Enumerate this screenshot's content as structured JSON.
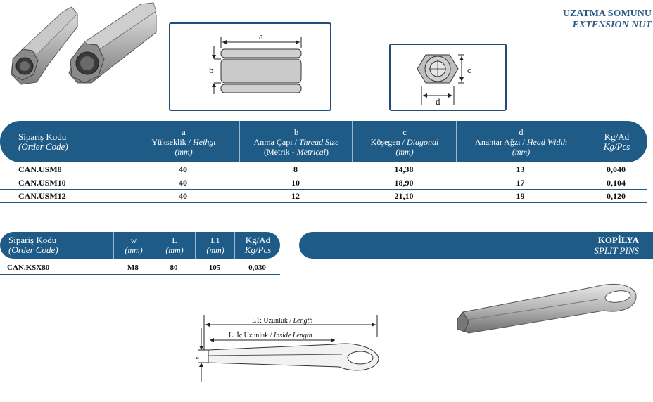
{
  "title": {
    "tr": "UZATMA SOMUNU",
    "en": "EXTENSION NUT"
  },
  "drawing1": {
    "label_a": "a",
    "label_b": "b"
  },
  "drawing2": {
    "label_c": "c",
    "label_d": "d"
  },
  "table1": {
    "headers": [
      {
        "top": "",
        "line1_plain": "Sipariş Kodu",
        "line2": "(Order Code)"
      },
      {
        "top": "a",
        "line1_plain": "Yükseklik / ",
        "line1_it": "Heihgt",
        "line2": "(mm)"
      },
      {
        "top": "b",
        "line1_plain": "Anma Çapı / ",
        "line1_it": "Thread Size",
        "line2_plain": "(Metrik - ",
        "line2_it": "Metrical",
        "line2_end": ")"
      },
      {
        "top": "c",
        "line1_plain": "Köşegen / ",
        "line1_it": "Diagonal",
        "line2": "(mm)"
      },
      {
        "top": "d",
        "line1_plain": "Anahtar Ağzı / ",
        "line1_it": "Head Width",
        "line2": "(mm)"
      },
      {
        "top": "",
        "line1_plain": "Kg/Ad",
        "line2": "Kg/Pcs"
      }
    ],
    "rows": [
      [
        "CAN.USM8",
        "40",
        "8",
        "14,38",
        "13",
        "0,040"
      ],
      [
        "CAN.USM10",
        "40",
        "10",
        "18,90",
        "17",
        "0,104"
      ],
      [
        "CAN.USM12",
        "40",
        "12",
        "21,10",
        "19",
        "0,120"
      ]
    ]
  },
  "table2": {
    "headers": [
      {
        "line1": "Sipariş Kodu",
        "line2": "(Order Code)"
      },
      {
        "line1": "w",
        "line2": "(mm)"
      },
      {
        "line1": "L",
        "line2": "(mm)"
      },
      {
        "line1": "L1",
        "line2": "(mm)"
      },
      {
        "line1": "Kg/Ad",
        "line2": "Kg/Pcs"
      }
    ],
    "rows": [
      [
        "CAN.KSX80",
        "M8",
        "80",
        "105",
        "0,030"
      ]
    ]
  },
  "section2": {
    "tr": "KOPİLYA",
    "en": "SPLIT PINS"
  },
  "drawing3": {
    "l1_plain": "L1: Uzunluk / ",
    "l1_it": "Length",
    "l_plain": "L: İç Uzunluk / ",
    "l_it": "Inside Length",
    "label_a": "a"
  },
  "colors": {
    "accent": "#1e5b86",
    "title": "#2b5a86"
  }
}
